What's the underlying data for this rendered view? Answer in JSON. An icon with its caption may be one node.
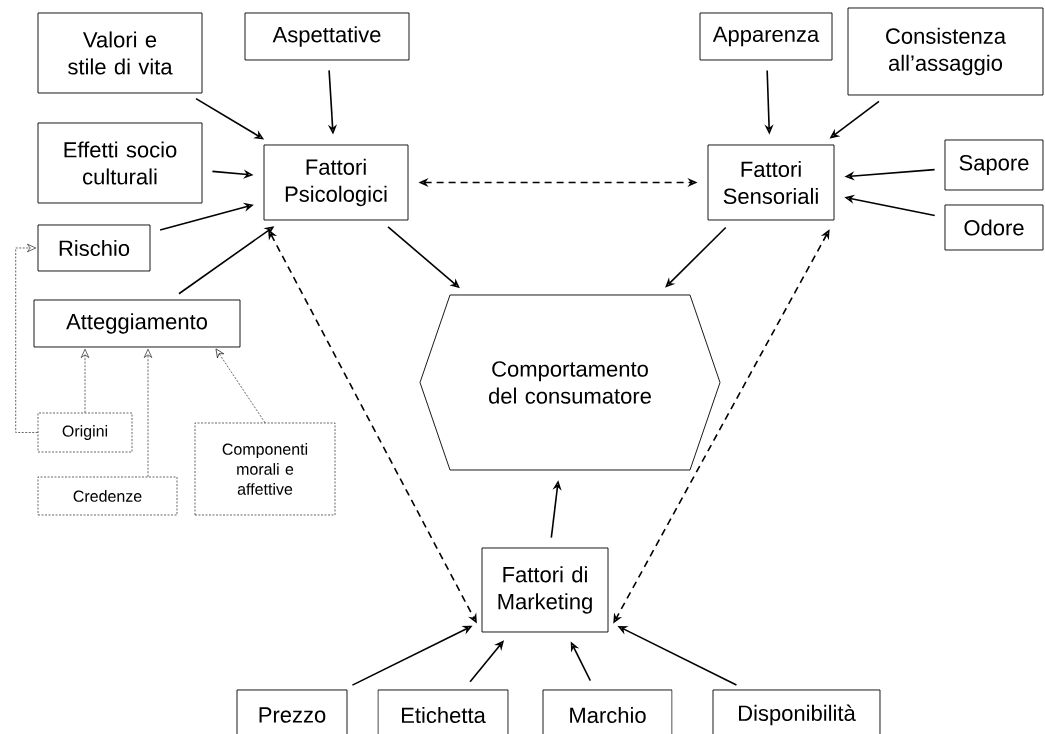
{
  "diagram": {
    "nodes": [
      {
        "text": [
          "Valori e stile di vita"
        ]
      },
      {
        "text": [
          "Aspettative"
        ]
      },
      {
        "text": [
          "Apparenza"
        ]
      },
      {
        "text": [
          "Consistenza all’assaggio"
        ]
      },
      {
        "text": [
          "Effetti socio culturali"
        ]
      },
      {
        "text": [
          "Fattori Psicologici"
        ]
      },
      {
        "text": [
          "Fattori Sensoriali"
        ]
      },
      {
        "text": [
          "Sapore"
        ]
      },
      {
        "text": [
          "Rischio"
        ]
      },
      {
        "text": [
          "Odore"
        ]
      },
      {
        "text": [
          "Atteggiamento"
        ]
      },
      {
        "text": [
          "Comportamento del consumatore"
        ]
      },
      {
        "text": [
          "Origini"
        ]
      },
      {
        "text": [
          "Componenti morali e affettive"
        ]
      },
      {
        "text": [
          "Credenze"
        ]
      },
      {
        "text": [
          "Fattori di Marketing"
        ]
      },
      {
        "text": [
          "Prezzo"
        ]
      },
      {
        "text": [
          "Etichetta"
        ]
      },
      {
        "text": [
          "Marchio"
        ]
      },
      {
        "text": [
          "Disponibilità"
        ]
      }
    ],
    "edges": [
      {
        "from": 0,
        "to": 5,
        "arrow": "to"
      },
      {
        "from": 1,
        "to": 5,
        "arrow": "to"
      },
      {
        "from": 4,
        "to": 5,
        "arrow": "to"
      },
      {
        "from": 8,
        "to": 5,
        "arrow": "to"
      },
      {
        "from": 10,
        "to": 5,
        "arrow": "to"
      },
      {
        "from": 2,
        "to": 6,
        "arrow": "to"
      },
      {
        "from": 3,
        "to": 6,
        "arrow": "to"
      },
      {
        "from": 7,
        "to": 6,
        "arrow": "to"
      },
      {
        "from": 9,
        "to": 6,
        "arrow": "to"
      },
      {
        "from": 5,
        "to": 6,
        "arrow": "both",
        "style": "dashed"
      },
      {
        "from": 5,
        "to": 11,
        "arrow": "to"
      },
      {
        "from": 6,
        "to": 11,
        "arrow": "to"
      },
      {
        "from": 5,
        "to": 15,
        "arrow": "both",
        "style": "dashed"
      },
      {
        "from": 6,
        "to": 15,
        "arrow": "both",
        "style": "dashed"
      },
      {
        "from": 15,
        "to": 11,
        "arrow": "to"
      },
      {
        "from": 12,
        "to": 8,
        "arrow": "to",
        "style": "dashed"
      },
      {
        "from": 12,
        "to": 10,
        "arrow": "to",
        "style": "dashed"
      },
      {
        "from": 14,
        "to": 10,
        "arrow": "to",
        "style": "dashed"
      },
      {
        "from": 13,
        "to": 10,
        "arrow": "to",
        "style": "dashed"
      },
      {
        "from": 16,
        "to": 15,
        "arrow": "to"
      },
      {
        "from": 17,
        "to": 15,
        "arrow": "to"
      },
      {
        "from": 18,
        "to": 15,
        "arrow": "to"
      },
      {
        "from": 19,
        "to": 15,
        "arrow": "to"
      }
    ]
  }
}
